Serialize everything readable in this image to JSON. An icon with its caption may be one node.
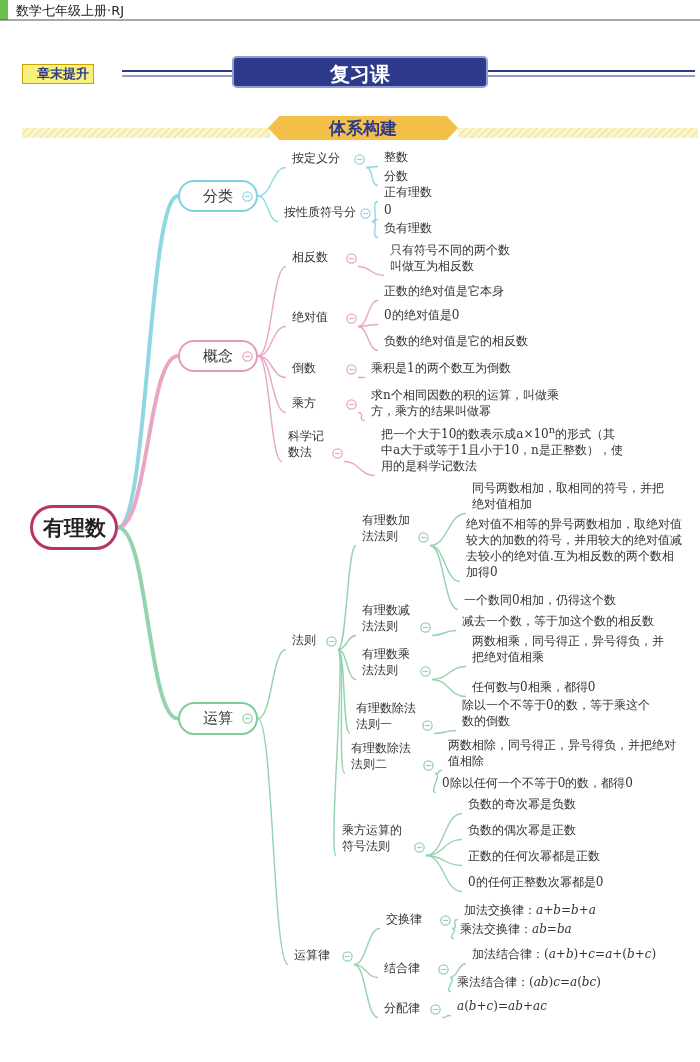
{
  "diagram": {
    "title": "体系构建",
    "labels": [
      "数学七年级上册·RJ",
      "章末提升",
      "复习课"
    ],
    "nodes": [
      {
        "text": [
          "有理数"
        ]
      },
      {
        "text": [
          "分类"
        ]
      },
      {
        "text": [
          "按定义分"
        ]
      },
      {
        "text": [
          "整数"
        ]
      },
      {
        "text": [
          "分数"
        ]
      },
      {
        "text": [
          "按性质符号分"
        ]
      },
      {
        "text": [
          "正有理数"
        ]
      },
      {
        "text": [
          "0"
        ]
      },
      {
        "text": [
          "负有理数"
        ]
      },
      {
        "text": [
          "概念"
        ]
      },
      {
        "text": [
          "相反数"
        ]
      },
      {
        "text": [
          "只有符号不同的两个数叫做互为相反数"
        ]
      },
      {
        "text": [
          "绝对值"
        ]
      },
      {
        "text": [
          "正数的绝对值是它本身"
        ]
      },
      {
        "text": [
          "0的绝对值是0"
        ]
      },
      {
        "text": [
          "负数的绝对值是它的相反数"
        ]
      },
      {
        "text": [
          "倒数"
        ]
      },
      {
        "text": [
          "乘积是1的两个数互为倒数"
        ]
      },
      {
        "text": [
          "乘方"
        ]
      },
      {
        "text": [
          "求n个相同因数的积的运算，叫做乘方，乘方的结果叫做幂"
        ]
      },
      {
        "text": [
          "科学记数法"
        ]
      },
      {
        "text": [
          "把一个大于10的数表示成a×10$^{n}$的形式（其中a大于或等于1且小于10，n是正整数），使用的是科学记数法"
        ]
      },
      {
        "text": [
          "运算"
        ]
      },
      {
        "text": [
          "法则"
        ]
      },
      {
        "text": [
          "有理数加法法则"
        ]
      },
      {
        "text": [
          "同号两数相加，取相同的符号，并把绝对值相加"
        ]
      },
      {
        "text": [
          "绝对值不相等的异号两数相加，取绝对值较大的加数的符号，并用较大的绝对值减去较小的绝对值.互为相反数的两个数相加得0"
        ]
      },
      {
        "text": [
          "一个数同0相加，仍得这个数"
        ]
      },
      {
        "text": [
          "有理数减法法则"
        ]
      },
      {
        "text": [
          "减去一个数，等于加这个数的相反数"
        ]
      },
      {
        "text": [
          "有理数乘法法则"
        ]
      },
      {
        "text": [
          "两数相乘，同号得正，异号得负，并把绝对值相乘"
        ]
      },
      {
        "text": [
          "任何数与0相乘，都得0"
        ]
      },
      {
        "text": [
          "有理数除法法则一"
        ]
      },
      {
        "text": [
          "除以一个不等于0的数，等于乘这个数的倒数"
        ]
      },
      {
        "text": [
          "有理数除法法则二"
        ]
      },
      {
        "text": [
          "两数相除，同号得正，异号得负，并把绝对值相除"
        ]
      },
      {
        "text": [
          "0除以任何一个不等于0的数，都得0"
        ]
      },
      {
        "text": [
          "乘方运算的符号法则"
        ]
      },
      {
        "text": [
          "负数的奇次幂是负数"
        ]
      },
      {
        "text": [
          "负数的偶次幂是正数"
        ]
      },
      {
        "text": [
          "正数的任何次幂都是正数"
        ]
      },
      {
        "text": [
          "0的任何正整数次幂都是0"
        ]
      },
      {
        "text": [
          "运算律"
        ]
      },
      {
        "text": [
          "交换律"
        ]
      },
      {
        "text": [
          "加法交换律：*a*+*b*=*b*+*a*"
        ]
      },
      {
        "text": [
          "乘法交换律：*ab*=*ba*"
        ]
      },
      {
        "text": [
          "结合律"
        ]
      },
      {
        "text": [
          "加法结合律：(*a*+*b*)+*c*=*a*+(*b*+*c*)"
        ]
      },
      {
        "text": [
          "乘法结合律：(*ab*)*c*=*a*(*bc*)"
        ]
      },
      {
        "text": [
          "分配律"
        ]
      },
      {
        "text": [
          "*a*(*b*+*c*)=*ab*+*ac*"
        ]
      }
    ],
    "edges": [
      {
        "from": 0,
        "to": 1,
        "arrow": "none",
        "style": "thick",
        "color": "#8fd8e3"
      },
      {
        "from": 1,
        "to": 2,
        "arrow": "none",
        "color": "#8fd8e3"
      },
      {
        "from": 1,
        "to": 5,
        "arrow": "none",
        "color": "#8fd8e3"
      },
      {
        "from": 2,
        "to": 3,
        "arrow": "none",
        "color": "#8fd8e3"
      },
      {
        "from": 2,
        "to": 4,
        "arrow": "none",
        "color": "#8fd8e3"
      },
      {
        "from": 5,
        "to": 6,
        "arrow": "none",
        "color": "#8fd8e3"
      },
      {
        "from": 5,
        "to": 7,
        "arrow": "none",
        "color": "#8fd8e3"
      },
      {
        "from": 5,
        "to": 8,
        "arrow": "none",
        "color": "#8fd8e3"
      },
      {
        "from": 0,
        "to": 9,
        "arrow": "none",
        "style": "thick",
        "color": "#eaa5c5"
      },
      {
        "from": 9,
        "to": 10,
        "arrow": "none",
        "color": "#eaa5c5"
      },
      {
        "from": 9,
        "to": 12,
        "arrow": "none",
        "color": "#eaa5c5"
      },
      {
        "from": 9,
        "to": 16,
        "arrow": "none",
        "color": "#eaa5c5"
      },
      {
        "from": 9,
        "to": 18,
        "arrow": "none",
        "color": "#eaa5c5"
      },
      {
        "from": 9,
        "to": 20,
        "arrow": "none",
        "color": "#eaa5c5"
      },
      {
        "from": 10,
        "to": 11,
        "arrow": "none",
        "color": "#eaa5c5"
      },
      {
        "from": 12,
        "to": 13,
        "arrow": "none",
        "color": "#eaa5c5"
      },
      {
        "from": 12,
        "to": 14,
        "arrow": "none",
        "color": "#eaa5c5"
      },
      {
        "from": 12,
        "to": 15,
        "arrow": "none",
        "color": "#eaa5c5"
      },
      {
        "from": 16,
        "to": 17,
        "arrow": "none",
        "color": "#eaa5c5"
      },
      {
        "from": 18,
        "to": 19,
        "arrow": "none",
        "color": "#eaa5c5"
      },
      {
        "from": 20,
        "to": 21,
        "arrow": "none",
        "color": "#eaa5c5"
      },
      {
        "from": 0,
        "to": 22,
        "arrow": "none",
        "style": "thick"
      },
      {
        "from": 22,
        "to": 23,
        "arrow": "none"
      },
      {
        "from": 22,
        "to": 43,
        "arrow": "none"
      },
      {
        "from": 23,
        "to": 24,
        "arrow": "none"
      },
      {
        "from": 23,
        "to": 28,
        "arrow": "none"
      },
      {
        "from": 23,
        "to": 30,
        "arrow": "none"
      },
      {
        "from": 23,
        "to": 33,
        "arrow": "none"
      },
      {
        "from": 23,
        "to": 35,
        "arrow": "none"
      },
      {
        "from": 23,
        "to": 38,
        "arrow": "none"
      },
      {
        "from": 24,
        "to": 25,
        "arrow": "none"
      },
      {
        "from": 24,
        "to": 26,
        "arrow": "none"
      },
      {
        "from": 24,
        "to": 27,
        "arrow": "none"
      },
      {
        "from": 28,
        "to": 29,
        "arrow": "none"
      },
      {
        "from": 30,
        "to": 31,
        "arrow": "none"
      },
      {
        "from": 30,
        "to": 32,
        "arrow": "none"
      },
      {
        "from": 33,
        "to": 34,
        "arrow": "none"
      },
      {
        "from": 35,
        "to": 36,
        "arrow": "none"
      },
      {
        "from": 35,
        "to": 37,
        "arrow": "none"
      },
      {
        "from": 38,
        "to": 39,
        "arrow": "none"
      },
      {
        "from": 38,
        "to": 40,
        "arrow": "none"
      },
      {
        "from": 38,
        "to": 41,
        "arrow": "none"
      },
      {
        "from": 38,
        "to": 42,
        "arrow": "none"
      },
      {
        "from": 43,
        "to": 44,
        "arrow": "none"
      },
      {
        "from": 43,
        "to": 47,
        "arrow": "none"
      },
      {
        "from": 43,
        "to": 50,
        "arrow": "none"
      },
      {
        "from": 44,
        "to": 45,
        "arrow": "none"
      },
      {
        "from": 44,
        "to": 46,
        "arrow": "none"
      },
      {
        "from": 47,
        "to": 48,
        "arrow": "none"
      },
      {
        "from": 47,
        "to": 49,
        "arrow": "none"
      },
      {
        "from": 50,
        "to": 51,
        "arrow": "none"
      }
    ]
  }
}
